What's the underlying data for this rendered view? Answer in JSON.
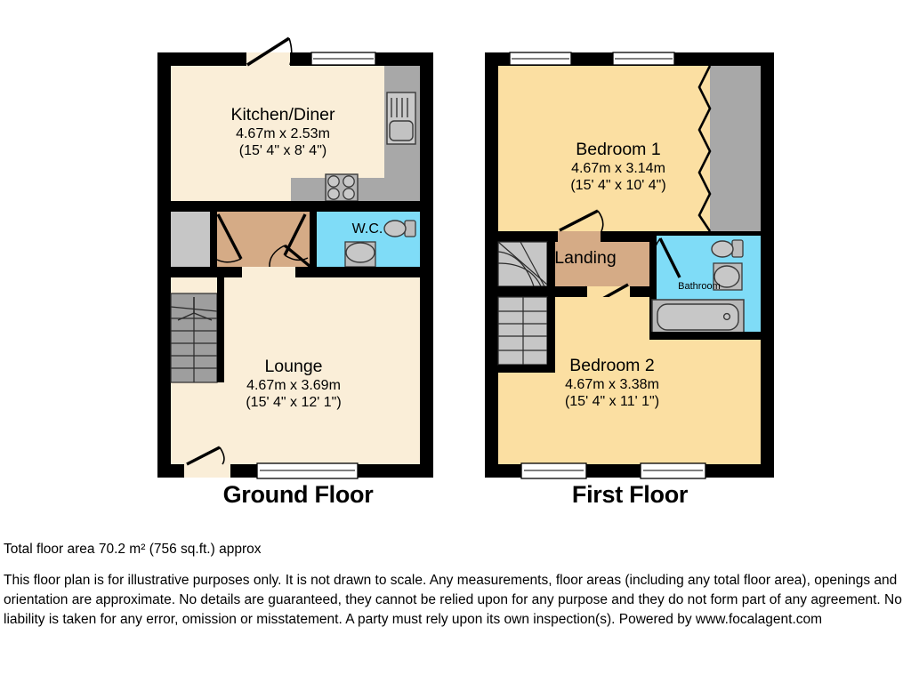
{
  "document": {
    "type": "floor-plan",
    "total_area_text": "Total floor area 70.2 m² (756 sq.ft.) approx",
    "disclaimer_text": "This floor plan is for illustrative purposes only. It is not drawn to scale. Any measurements, floor areas (including any total floor area), openings and orientation are approximate. No details are guaranteed, they cannot be relied upon for any purpose and they do not form part of any agreement. No liability is taken for any error, omission or misstatement. A party must rely upon its own inspection(s). Powered by www.focalagent.com"
  },
  "colors": {
    "wall": "#000000",
    "ground_floor_fill": "#faeed8",
    "bedroom_fill": "#fbdfa2",
    "hall_landing_fill": "#d5ab86",
    "bathroom_fill": "#7fdcf7",
    "fixture_grey": "#a8a8a8",
    "storage_grey": "#c6c6c6",
    "stair_grey": "#9e9e9e",
    "window_white": "#ffffff",
    "text": "#000000"
  },
  "floors": [
    {
      "id": "ground",
      "caption": "Ground Floor",
      "rooms": [
        {
          "id": "kitchen-diner",
          "name": "Kitchen/Diner",
          "metric": "4.67m x 2.53m",
          "imperial": "(15' 4\" x 8' 4\")"
        },
        {
          "id": "wc",
          "name": "W.C.",
          "metric": "",
          "imperial": ""
        },
        {
          "id": "lounge",
          "name": "Lounge",
          "metric": "4.67m x 3.69m",
          "imperial": "(15' 4\" x 12' 1\")"
        }
      ]
    },
    {
      "id": "first",
      "caption": "First Floor",
      "rooms": [
        {
          "id": "bedroom-1",
          "name": "Bedroom 1",
          "metric": "4.67m x 3.14m",
          "imperial": "(15' 4\" x 10' 4\")"
        },
        {
          "id": "landing",
          "name": "Landing",
          "metric": "",
          "imperial": ""
        },
        {
          "id": "bathroom",
          "name": "Bathroom",
          "metric": "",
          "imperial": ""
        },
        {
          "id": "bedroom-2",
          "name": "Bedroom 2",
          "metric": "4.67m x 3.38m",
          "imperial": "(15' 4\" x 11' 1\")"
        }
      ]
    }
  ],
  "fixtures": {
    "kitchen_sink": "sink-icon",
    "kitchen_hob": "hob-icon",
    "wc_toilet": "toilet-icon",
    "wc_basin": "basin-icon",
    "bathroom_toilet": "toilet-icon",
    "bathroom_basin": "basin-icon",
    "bathroom_bath": "bathtub-icon",
    "ground_stairs": "staircase-icon",
    "first_stairs": "staircase-icon",
    "bedroom1_wardrobe": "wardrobe-icon",
    "understairs_store": "storage-cupboard-icon"
  }
}
